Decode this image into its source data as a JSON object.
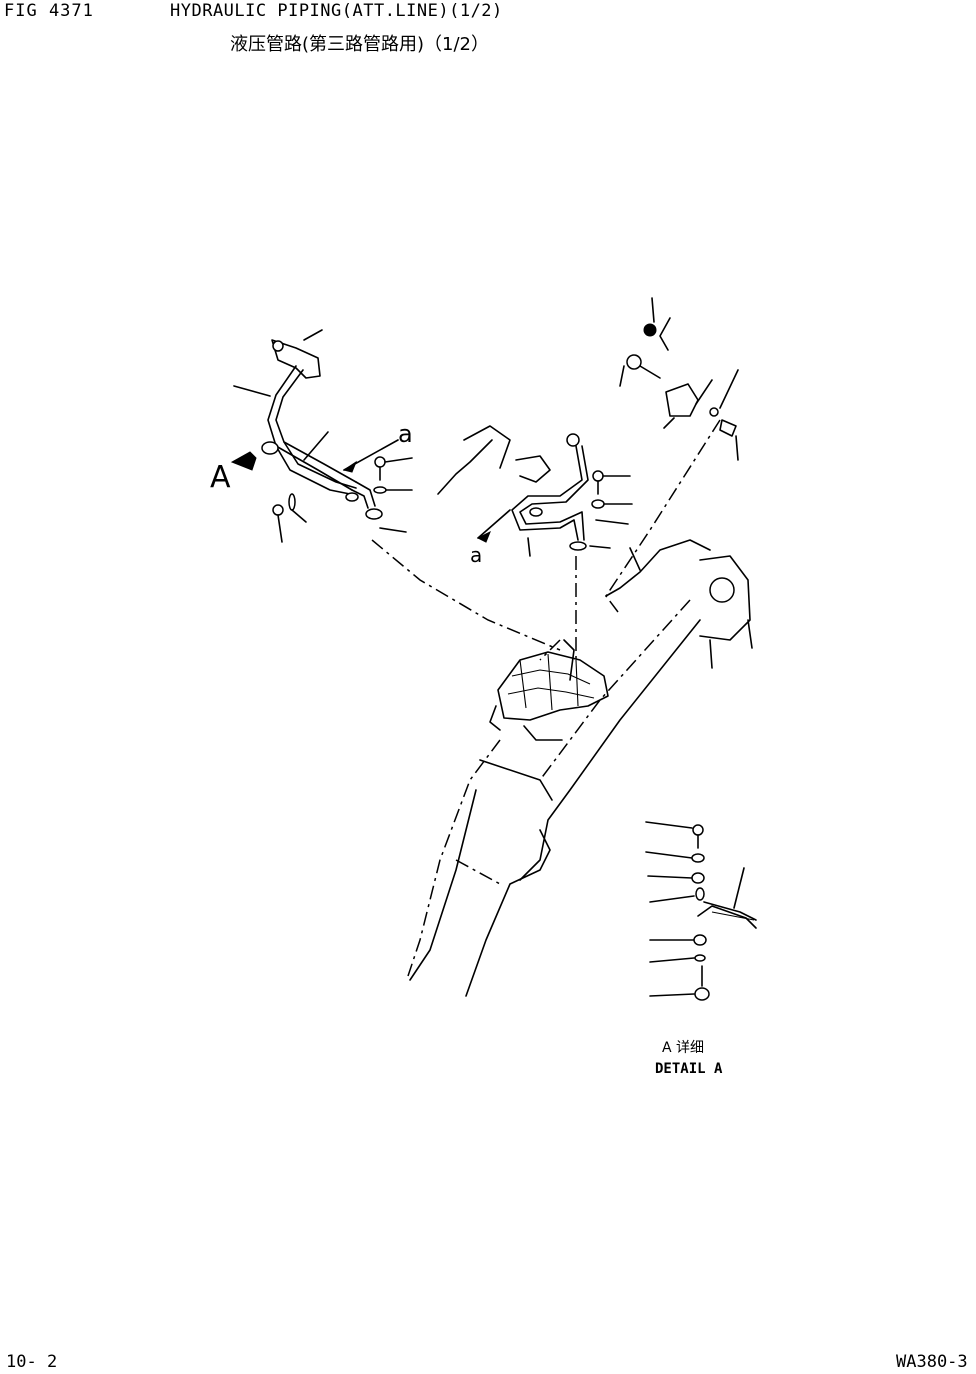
{
  "header": {
    "fig_number": "FIG 4371",
    "title_en": "HYDRAULIC PIPING(ATT.LINE)(1/2)",
    "title_jp": "液压管路(第三路管路用)（1/2）"
  },
  "footer": {
    "page_number": "10- 2",
    "model_code": "WA380-3"
  },
  "diagram": {
    "view_label": "A",
    "arrow_label_1": "a",
    "arrow_label_2": "a",
    "detail_caption_jp": "A 详细",
    "detail_caption_en": "DETAIL A"
  }
}
